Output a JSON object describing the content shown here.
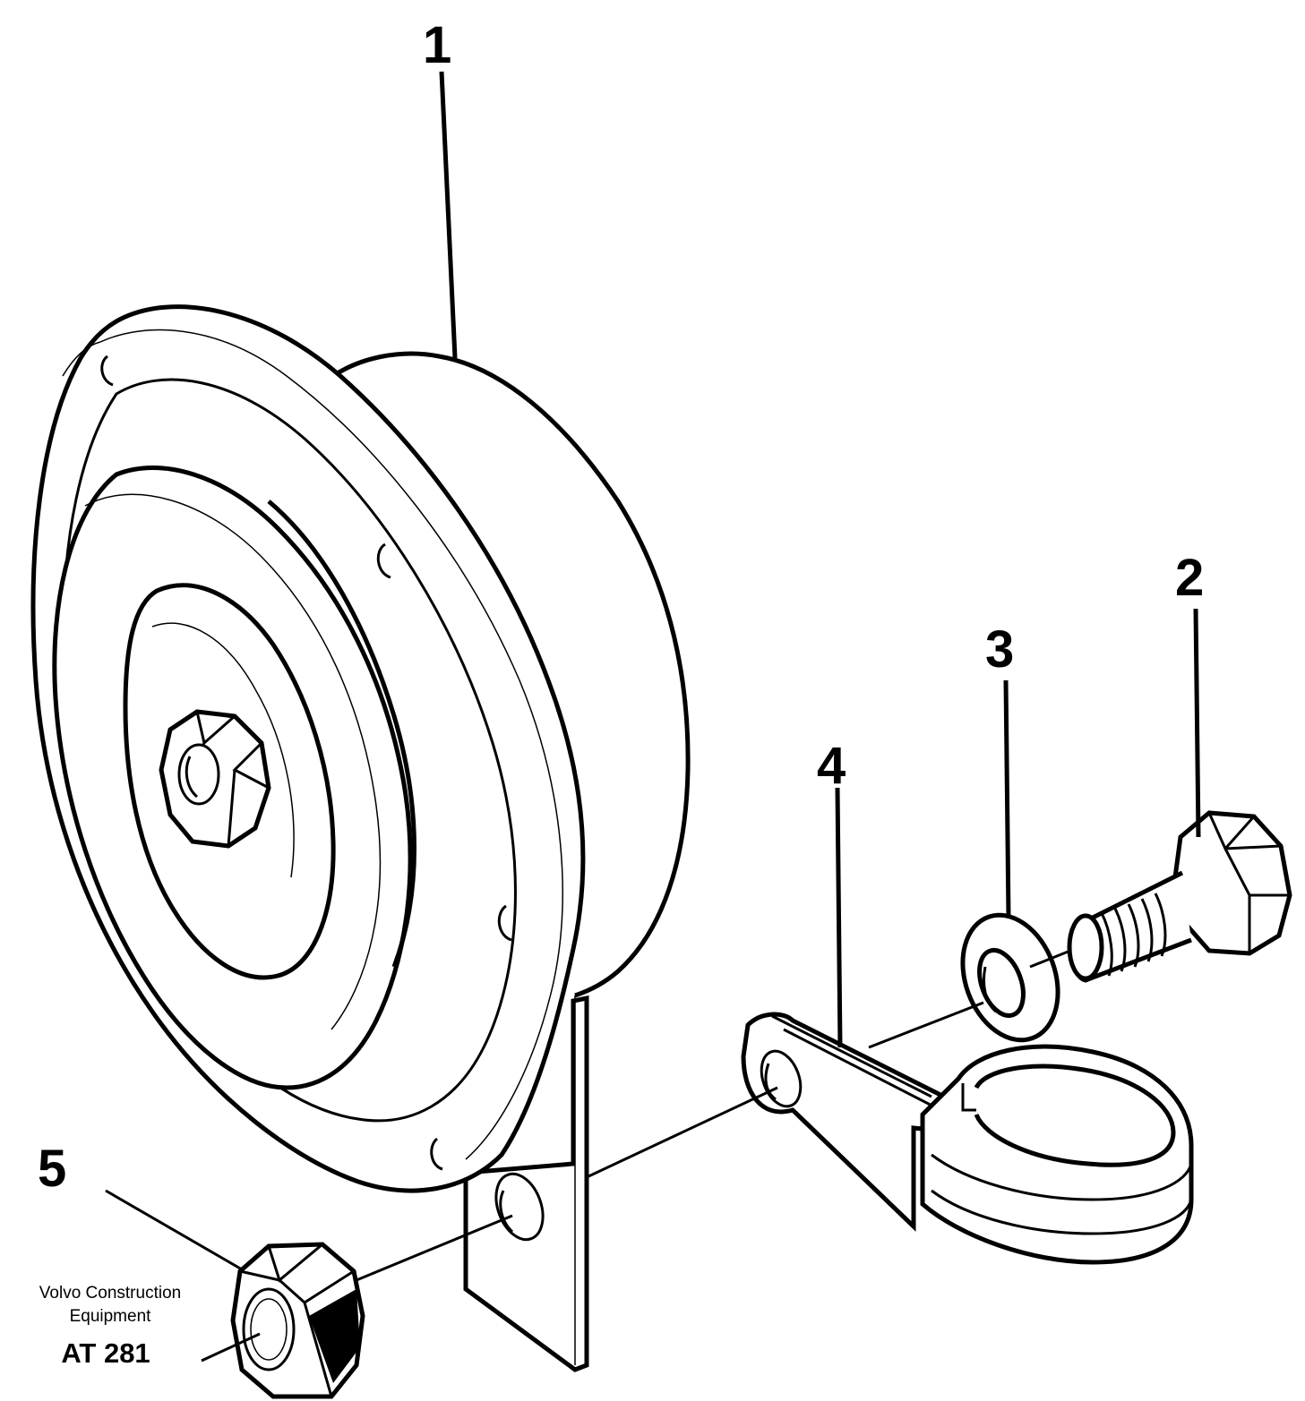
{
  "callouts": [
    {
      "id": "1",
      "label": "1"
    },
    {
      "id": "2",
      "label": "2"
    },
    {
      "id": "3",
      "label": "3"
    },
    {
      "id": "4",
      "label": "4"
    },
    {
      "id": "5",
      "label": "5"
    }
  ],
  "credit": {
    "line1": "Volvo Construction",
    "line2": "Equipment",
    "code": "AT 281"
  }
}
